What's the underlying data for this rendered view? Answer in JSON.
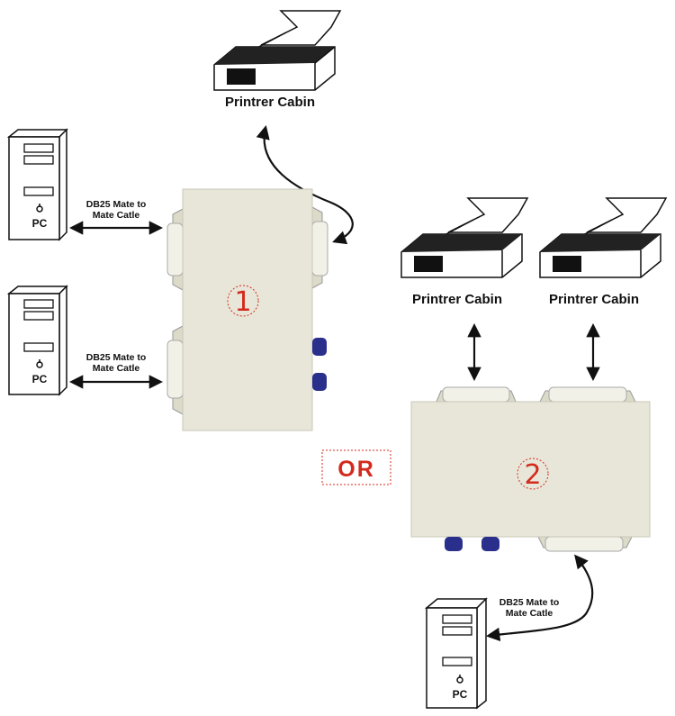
{
  "labels": {
    "printer_top": "Printrer Cabin",
    "printer_left": "Printrer Cabin",
    "printer_right": "Printrer Cabin",
    "cable_top_1": "DB25 Mate to",
    "cable_top_2": "Mate Catle",
    "cable_mid_1": "DB25 Mate to",
    "cable_mid_2": "Mate Catle",
    "cable_bottom_1": "DB25 Mate to",
    "cable_bottom_2": "Mate Catle",
    "pc_top": "PC",
    "pc_mid": "PC",
    "pc_bottom": "PC",
    "switch_1": "1",
    "switch_2": "2",
    "or": "OR"
  },
  "colors": {
    "accent": "#d42a1e",
    "switch_body": "#e8e6d8",
    "knob": "#2a2f8c",
    "outline": "#111111"
  }
}
